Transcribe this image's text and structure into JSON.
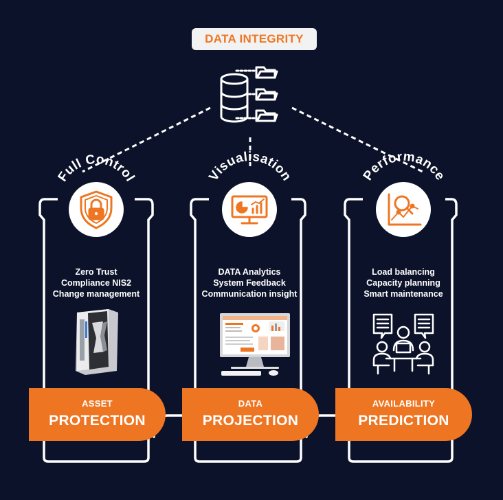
{
  "title": "DATA INTEGRITY",
  "colors": {
    "background": "#0c1229",
    "accent": "#ee7623",
    "line": "#ffffff",
    "badge": "#f2f2f2"
  },
  "columns": [
    {
      "heading": "Full Control",
      "icon": "shield-lock-icon",
      "features": [
        "Zero Trust",
        "Compliance NIS2",
        "Change management"
      ],
      "illustration": "server-appliance-image",
      "pill_small": "ASSET",
      "pill_big": "PROTECTION"
    },
    {
      "heading": "Visualisation",
      "icon": "presentation-chart-icon",
      "features": [
        "DATA Analytics",
        "System Feedback",
        "Communication insight"
      ],
      "illustration": "monitor-dashboard-image",
      "pill_small": "DATA",
      "pill_big": "PROJECTION"
    },
    {
      "heading": "Performance",
      "icon": "analytics-magnifier-icon",
      "features": [
        "Load balancing",
        "Capacity planning",
        "Smart maintenance"
      ],
      "illustration": "team-meeting-icon",
      "pill_small": "AVAILABILITY",
      "pill_big": "PREDICTION"
    }
  ]
}
